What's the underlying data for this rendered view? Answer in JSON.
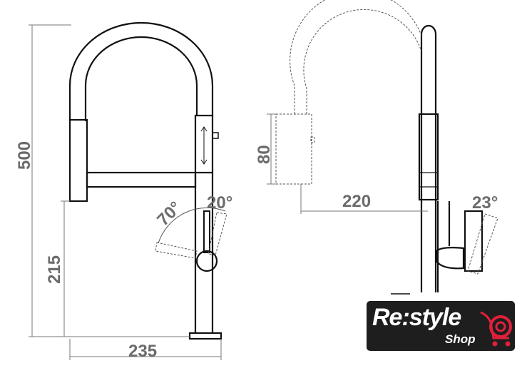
{
  "dimensions": {
    "height_total": "500",
    "height_spout": "215",
    "width_reach": "235",
    "handle_length": "80",
    "reach_side": "220",
    "angle_back": "70°",
    "angle_front": "20°",
    "angle_side": "23°"
  },
  "logo": {
    "main": "Re:style",
    "sub": "Shop",
    "accent": "#e0203a"
  }
}
